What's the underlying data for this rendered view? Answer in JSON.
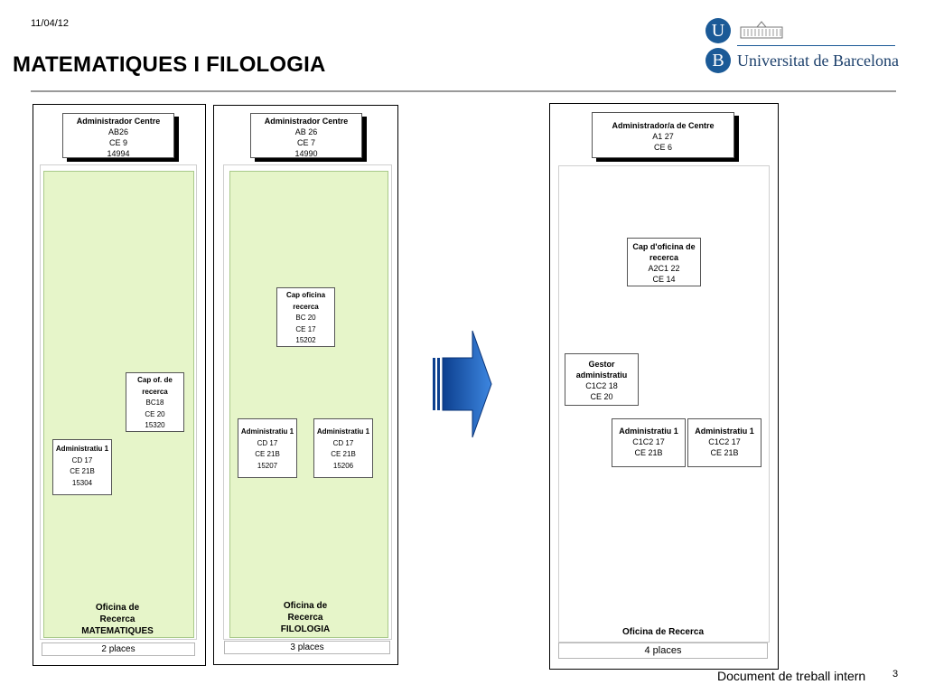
{
  "header": {
    "date": "11/04/12",
    "title": "MATEMATIQUES I FILOLOGIA",
    "university": "Universitat de Barcelona",
    "logo_u": "U",
    "logo_b": "B"
  },
  "footer": {
    "label": "Document de treball intern",
    "page": "3"
  },
  "matematiques": {
    "admin": [
      "Administrador Centre",
      "AB26",
      "CE 9",
      "14994"
    ],
    "cap": [
      "Cap of. de",
      "recerca",
      "BC18",
      "CE 20",
      "15320"
    ],
    "adm1": [
      "Administratiu 1",
      "CD 17",
      "CE 21B",
      "15304"
    ],
    "office_label": [
      "Oficina de",
      "Recerca",
      "MATEMATIQUES"
    ],
    "places": "2 places"
  },
  "filologia": {
    "admin": [
      "Administrador Centre",
      "AB 26",
      "CE 7",
      "14990"
    ],
    "cap": [
      "Cap oficina",
      "recerca",
      "BC 20",
      "CE 17",
      "15202"
    ],
    "adm1": [
      "Administratiu 1",
      "CD 17",
      "CE 21B",
      "15207"
    ],
    "adm2": [
      "Administratiu 1",
      "CD 17",
      "CE 21B",
      "15206"
    ],
    "office_label": [
      "Oficina de",
      "Recerca",
      "FILOLOGIA"
    ],
    "places": "3 places"
  },
  "proposed": {
    "admin": [
      "Administrador/a de Centre",
      "A1 27",
      "CE 6"
    ],
    "cap": [
      "Cap d'oficina de",
      "recerca",
      "A2C1 22",
      "CE 14"
    ],
    "gestor": [
      "Gestor",
      "administratiu",
      "C1C2 18",
      "CE 20"
    ],
    "adm1": [
      "Administratiu 1",
      "C1C2 17",
      "CE 21B"
    ],
    "adm2": [
      "Administratiu 1",
      "C1C2 17",
      "CE 21B"
    ],
    "office_label": "Oficina de Recerca",
    "places": "4 places"
  }
}
